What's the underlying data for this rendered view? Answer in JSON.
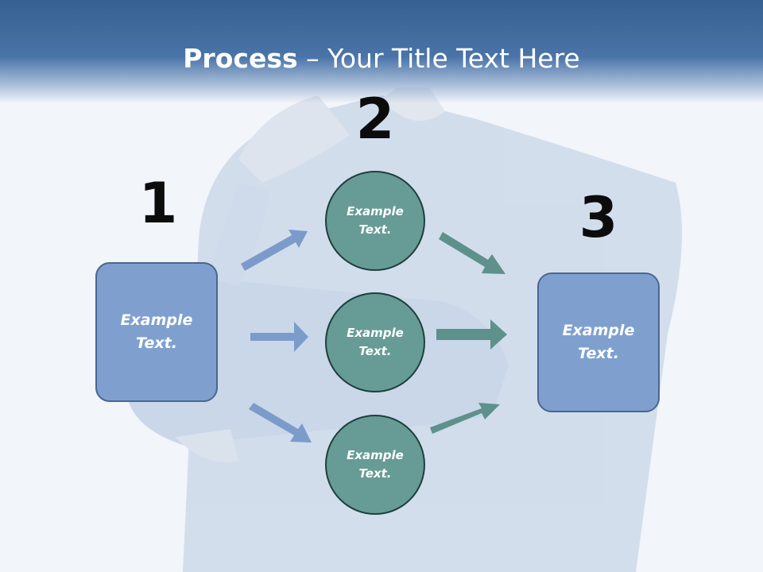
{
  "title": {
    "bold": "Process",
    "rest": " – Your Title Text Here"
  },
  "steps": [
    {
      "number": "1",
      "label": "Example\nText."
    },
    {
      "number": "2",
      "labels": [
        "Example\nText.",
        "Example\nText.",
        "Example\nText."
      ]
    },
    {
      "number": "3",
      "label": "Example\nText."
    }
  ],
  "colors": {
    "header": "#4a74a8",
    "box_fill": "#7fa0cf",
    "circle_fill": "#679b96",
    "arrow_blue": "#7b9ccb",
    "arrow_teal": "#5e918c"
  }
}
